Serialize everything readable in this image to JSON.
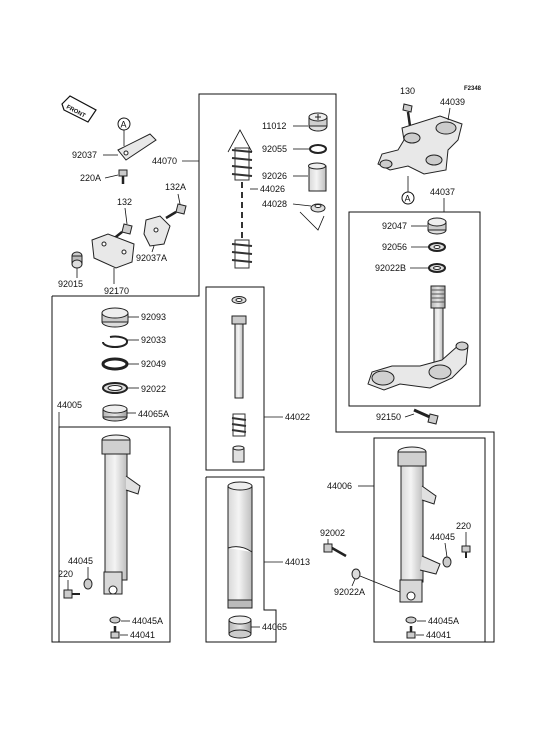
{
  "figure_code": "F2348",
  "front_marker": "FRONT",
  "ref_marker": "A",
  "labels": {
    "p11012": "11012",
    "p92055": "92055",
    "p92026": "92026",
    "p44028": "44028",
    "p44026": "44026",
    "p44070": "44070",
    "p130": "130",
    "p44039": "44039",
    "p44037": "44037",
    "p92037": "92037",
    "p220A": "220A",
    "p132A": "132A",
    "p132": "132",
    "p92037A": "92037A",
    "p92015": "92015",
    "p92170": "92170",
    "p92047": "92047",
    "p92056": "92056",
    "p92022B": "92022B",
    "p92150": "92150",
    "p92093": "92093",
    "p92033": "92033",
    "p92049": "92049",
    "p92022": "92022",
    "p44065A": "44065A",
    "p44005": "44005",
    "p44022": "44022",
    "p44006": "44006",
    "p92002": "92002",
    "p220_r": "220",
    "p44045_r": "44045",
    "p92022A": "92022A",
    "p44045A_r": "44045A",
    "p44041_r": "44041",
    "p44013": "44013",
    "p44065": "44065",
    "p44045_l": "44045",
    "p220_l": "220",
    "p44045A_l": "44045A",
    "p44041_l": "44041"
  }
}
